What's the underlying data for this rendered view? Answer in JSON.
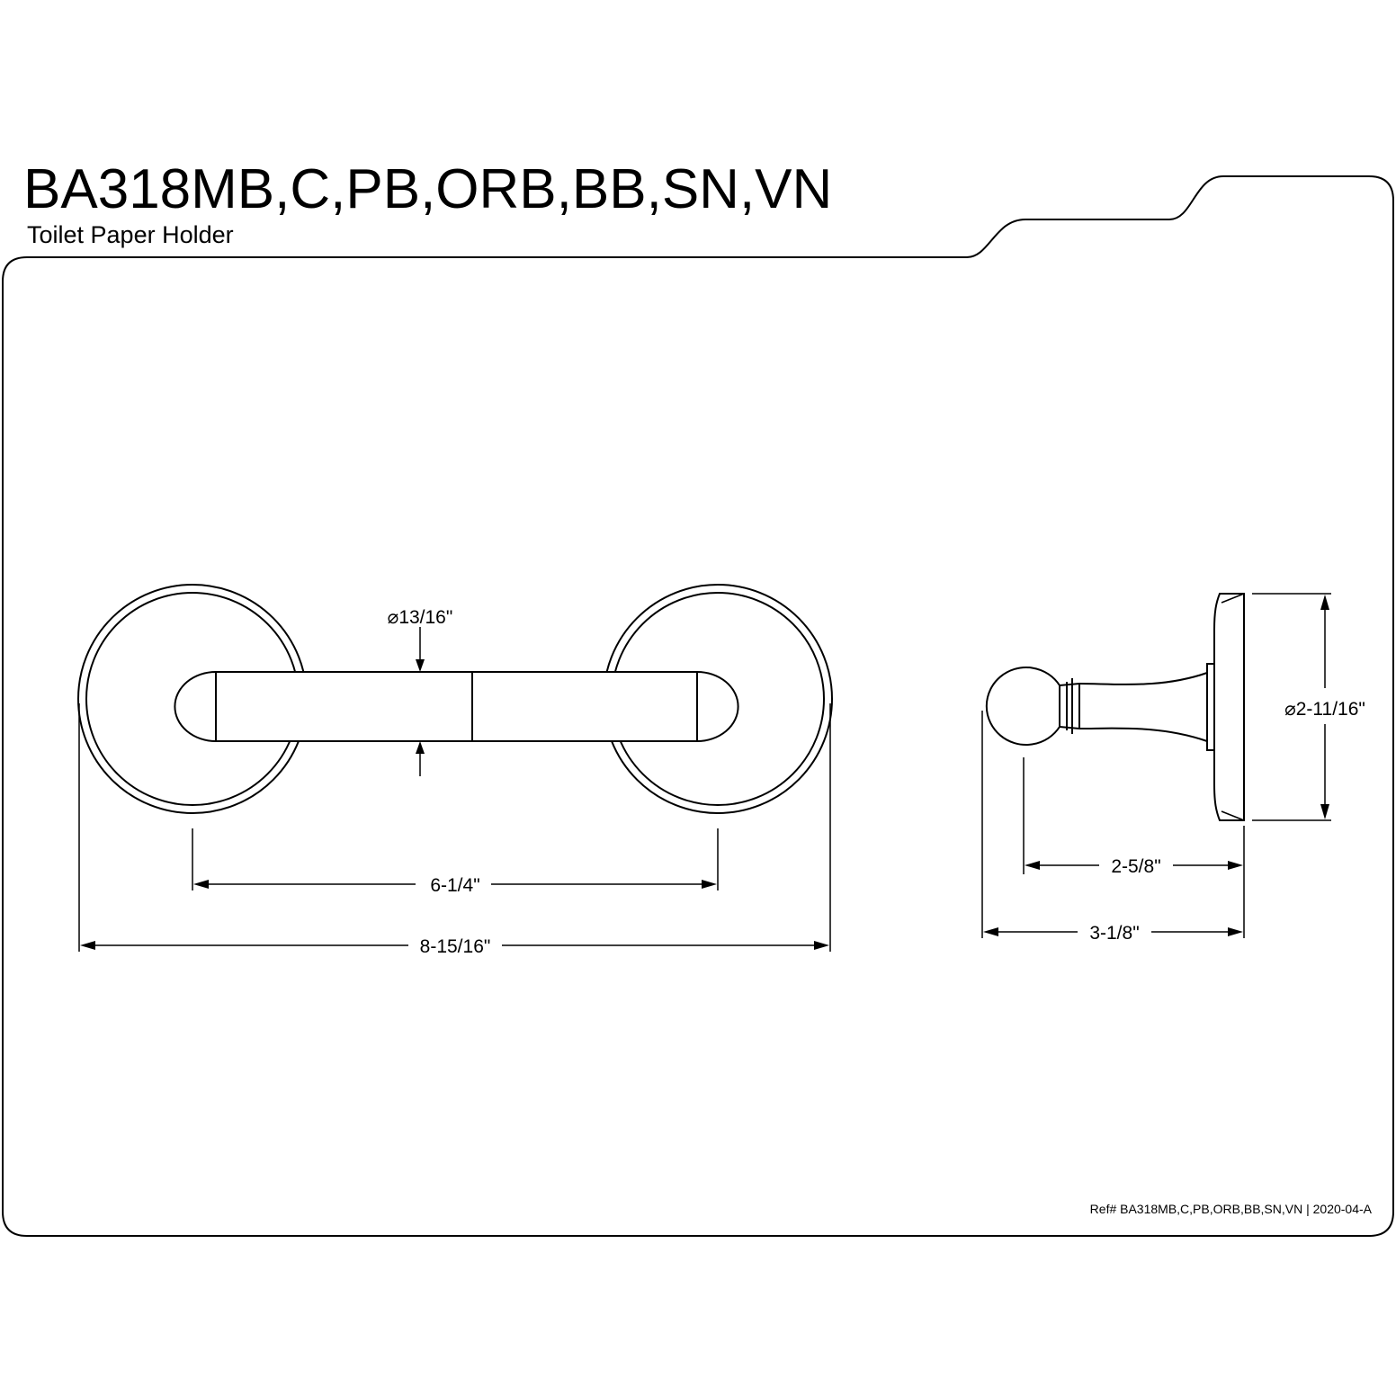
{
  "header": {
    "title": "BA318MB,C,PB,ORB,BB,SN,VN",
    "subtitle": "Toilet Paper Holder"
  },
  "dimensions": {
    "post_diameter": "⌀13/16\"",
    "post_spacing": "6-1/4\"",
    "overall_width": "8-15/16\"",
    "flange_diameter": "⌀2-11/16\"",
    "projection_to_post": "2-5/8\"",
    "overall_projection": "3-1/8\""
  },
  "footer": {
    "reference": "Ref# BA318MB,C,PB,ORB,BB,SN,VN | 2020-04-A"
  }
}
